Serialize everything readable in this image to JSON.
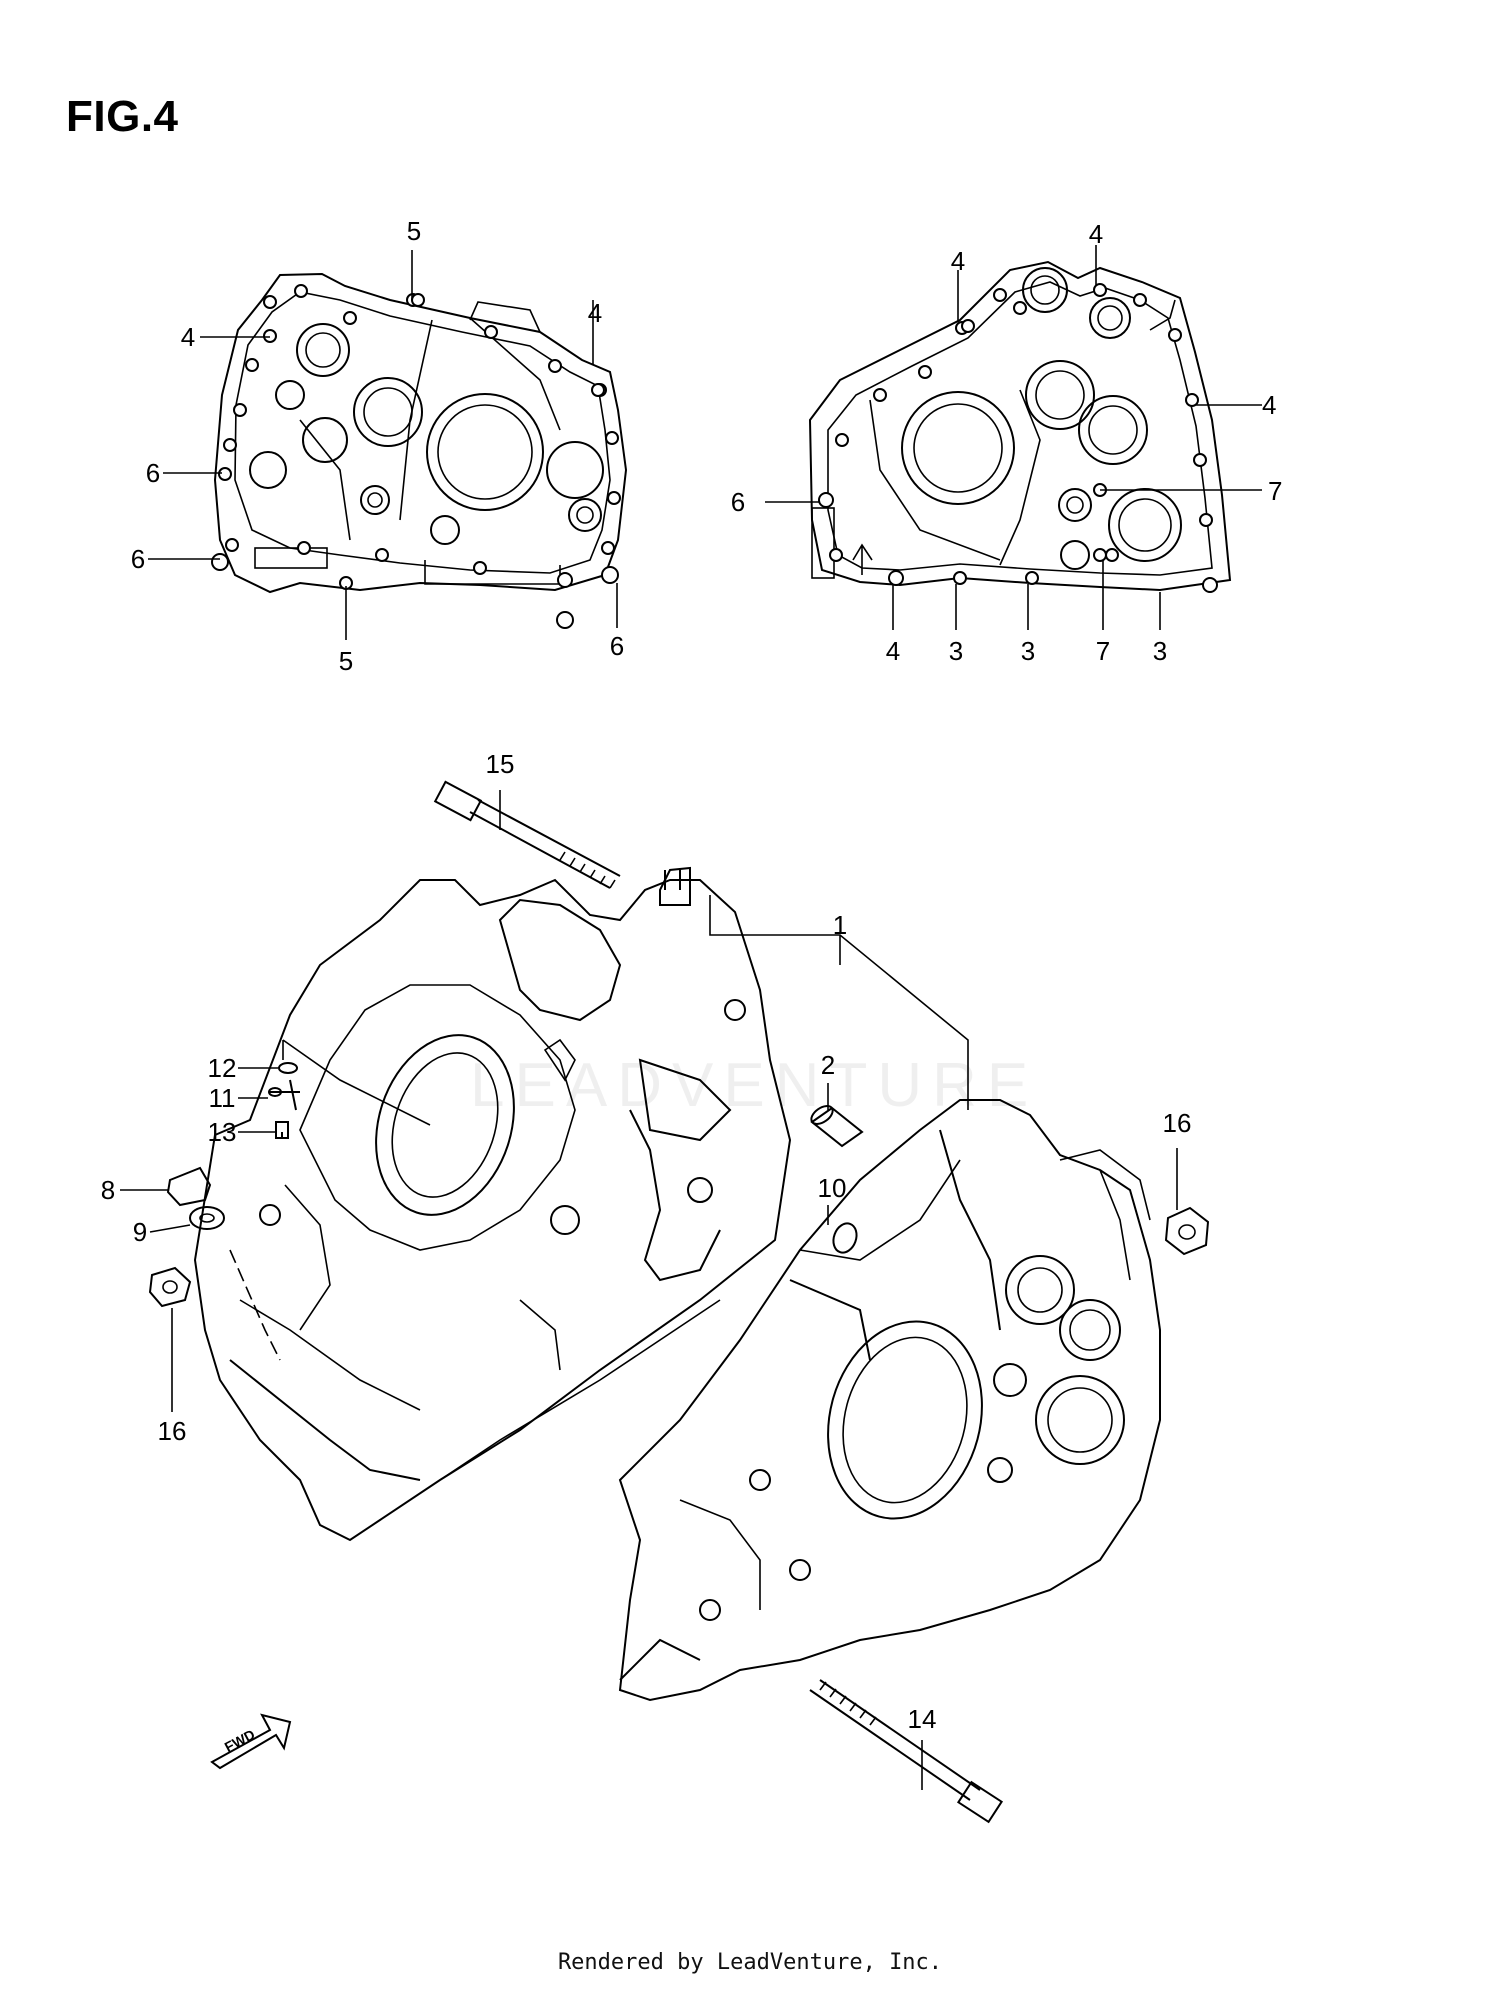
{
  "figure": {
    "title": "FIG.4"
  },
  "footer": {
    "credit": "Rendered by LeadVenture, Inc."
  },
  "watermark": {
    "text": "LEADVENTURE"
  },
  "fwd_badge": {
    "text": "FWD"
  },
  "callouts": {
    "c5a": "5",
    "c4a": "4",
    "c4b": "4",
    "c6a": "6",
    "c6b": "6",
    "c5b": "5",
    "c6c": "6",
    "c4c": "4",
    "c4d": "4",
    "c4e": "4",
    "c6d": "6",
    "c7a": "7",
    "c4f": "4",
    "c3a": "3",
    "c3b": "3",
    "c7b": "7",
    "c3c": "3",
    "c15": "15",
    "c1": "1",
    "c2": "2",
    "c10": "10",
    "c16a": "16",
    "c12": "12",
    "c11": "11",
    "c13": "13",
    "c8": "8",
    "c9": "9",
    "c16b": "16",
    "c14": "14"
  }
}
